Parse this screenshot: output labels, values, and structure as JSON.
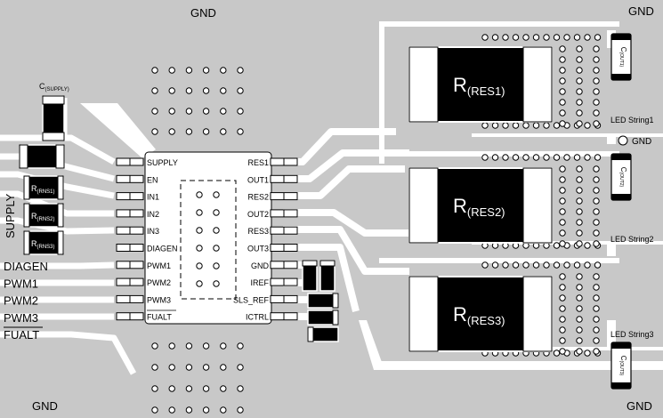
{
  "gnd_labels": {
    "top": "GND",
    "top_right": "GND",
    "bottom_left": "GND",
    "bottom_right": "GND",
    "middle_right": "GND"
  },
  "capacitor": {
    "label": "C",
    "sub": "(SUPPLY)"
  },
  "supply_label": "SUPPLY",
  "sense_resistors": [
    {
      "label": "R",
      "sub": "(RNS1)"
    },
    {
      "label": "R",
      "sub": "(RNS2)"
    },
    {
      "label": "R",
      "sub": "(RNS3)"
    }
  ],
  "left_signals": [
    "DIAGEN",
    "PWM1",
    "PWM2",
    "PWM3",
    "FUALT"
  ],
  "ic_left_pins": [
    "SUPPLY",
    "EN",
    "IN1",
    "IN2",
    "IN3",
    "DIAGEN",
    "PWM1",
    "PWM2",
    "PWM3",
    "FUALT"
  ],
  "ic_right_pins": [
    "RES1",
    "OUT1",
    "RES2",
    "OUT2",
    "RES3",
    "OUT3",
    "GND",
    "IREF",
    "SLS_REF",
    "ICTRL"
  ],
  "res_resistors": [
    {
      "label": "R",
      "sub": "(RES1)"
    },
    {
      "label": "R",
      "sub": "(RES2)"
    },
    {
      "label": "R",
      "sub": "(RES3)"
    }
  ],
  "led_strings": [
    "LED String1",
    "LED String2",
    "LED String3"
  ],
  "out_caps": [
    {
      "label": "C",
      "sub": "(OUT1)"
    },
    {
      "label": "C",
      "sub": "(OUT2)"
    },
    {
      "label": "C",
      "sub": "(OUT3)"
    }
  ],
  "colors": {
    "copper": "#c8c8c8",
    "trace": "#ffffff",
    "component": "#000000"
  }
}
